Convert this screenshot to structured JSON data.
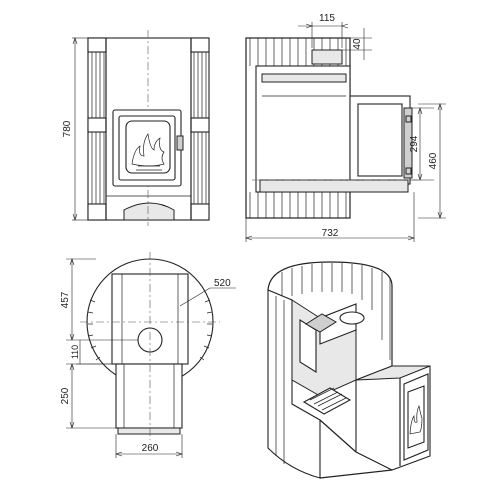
{
  "views": {
    "front": {
      "height_label": "780"
    },
    "side": {
      "width_label": "732",
      "top_width_label": "115",
      "top_height_label": "40",
      "tunnel_height_label": "294",
      "total_height_label": "460"
    },
    "top": {
      "radius_label": "520",
      "depth_label": "457",
      "offset_label": "110",
      "tunnel_length_label": "250",
      "tunnel_width_label": "260"
    }
  }
}
